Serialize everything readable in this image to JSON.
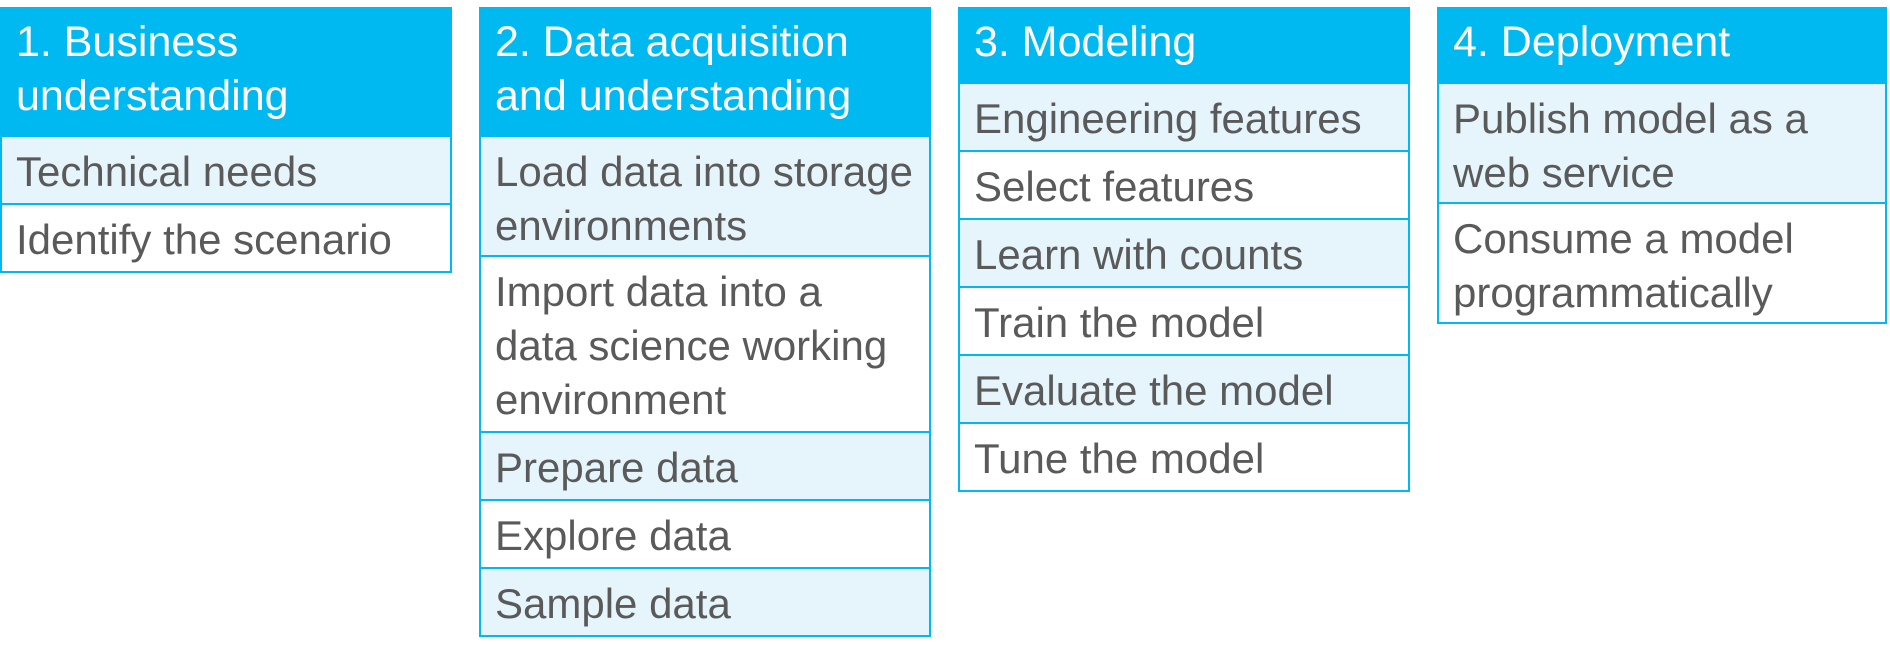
{
  "columns": [
    {
      "title": "1. Business understanding",
      "steps": [
        "Technical needs",
        "Identify the scenario"
      ]
    },
    {
      "title": "2. Data acquisition and understanding",
      "steps": [
        "Load data into storage environments",
        "Import data into a data science working environment",
        "Prepare data",
        "Explore data",
        "Sample data"
      ]
    },
    {
      "title": "3. Modeling",
      "steps": [
        "Engineering features",
        "Select features",
        "Learn with counts",
        "Train the model",
        "Evaluate the model",
        "Tune the model"
      ]
    },
    {
      "title": "4. Deployment",
      "steps": [
        "Publish model as a web service",
        "Consume a model programmatically"
      ]
    }
  ],
  "colors": {
    "header_blue": "#00b9f1",
    "shaded_row": "#e6f5fc",
    "text_gray": "#5a5a5a"
  }
}
